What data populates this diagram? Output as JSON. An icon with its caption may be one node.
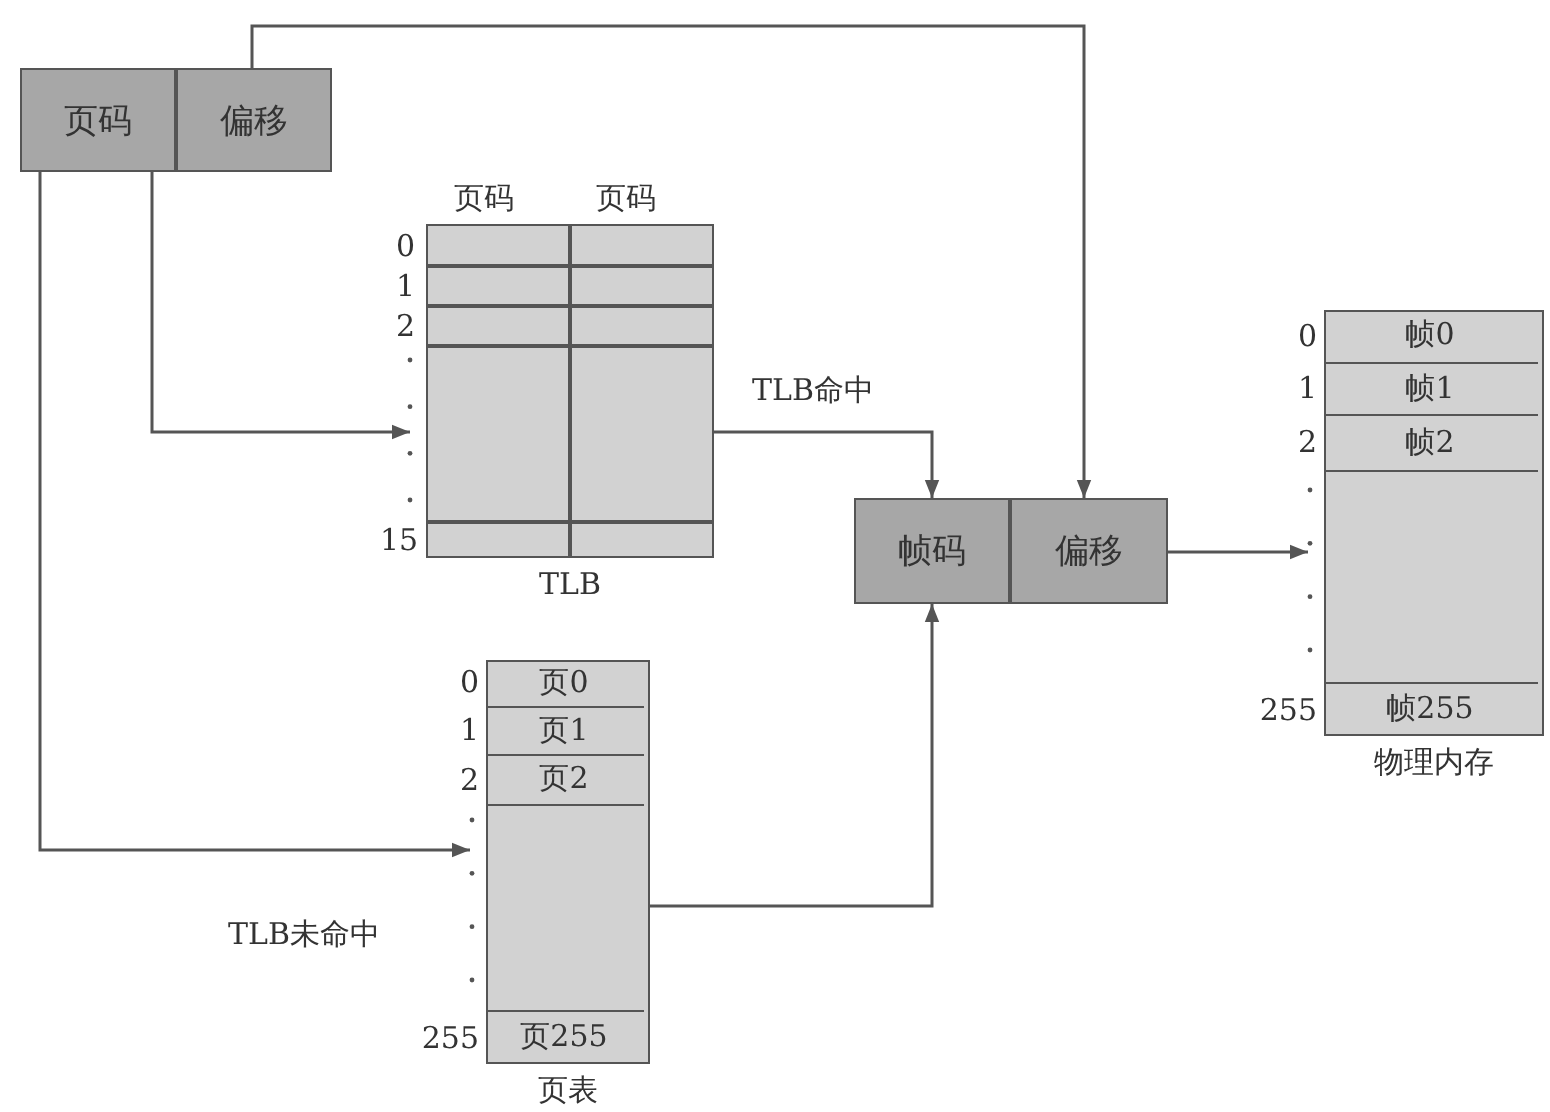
{
  "diagram": {
    "nodes": [
      {
        "text": [
          "页码"
        ]
      },
      {
        "text": [
          "偏移"
        ]
      },
      {
        "text": [
          "TLB"
        ]
      },
      {
        "text": [
          "页表"
        ]
      },
      {
        "text": [
          "页0"
        ],
        "in": 3,
        "beside": [
          "0"
        ]
      },
      {
        "text": [
          "页1"
        ],
        "in": 3,
        "beside": [
          "1"
        ]
      },
      {
        "text": [
          "页2"
        ],
        "in": 3,
        "beside": [
          "2"
        ]
      },
      {
        "text": [
          "页255"
        ],
        "in": 3,
        "beside": [
          "255"
        ]
      },
      {
        "text": [
          "帧码"
        ]
      },
      {
        "text": [
          "偏移"
        ]
      },
      {
        "text": [
          "物理内存"
        ]
      },
      {
        "text": [
          "帧0"
        ],
        "in": 10,
        "beside": [
          "0"
        ]
      },
      {
        "text": [
          "帧1"
        ],
        "in": 10,
        "beside": [
          "1"
        ]
      },
      {
        "text": [
          "帧2"
        ],
        "in": 10,
        "beside": [
          "2"
        ]
      },
      {
        "text": [
          "帧255"
        ],
        "in": 10,
        "beside": [
          "255"
        ]
      }
    ],
    "edges": [
      {
        "from": 0,
        "to": 2,
        "arrow": "to"
      },
      {
        "from": 0,
        "to": 3,
        "arrow": "to",
        "label": "TLB未命中"
      },
      {
        "from": 1,
        "to": 9,
        "arrow": "to"
      },
      {
        "from": 2,
        "to": 8,
        "arrow": "to",
        "label": "TLB命中"
      },
      {
        "from": 3,
        "to": 8,
        "arrow": "to"
      },
      {
        "from": 9,
        "to": 10,
        "arrow": "to"
      }
    ],
    "labels": [
      "页码",
      "页码",
      "0",
      "1",
      "2",
      "15"
    ]
  }
}
